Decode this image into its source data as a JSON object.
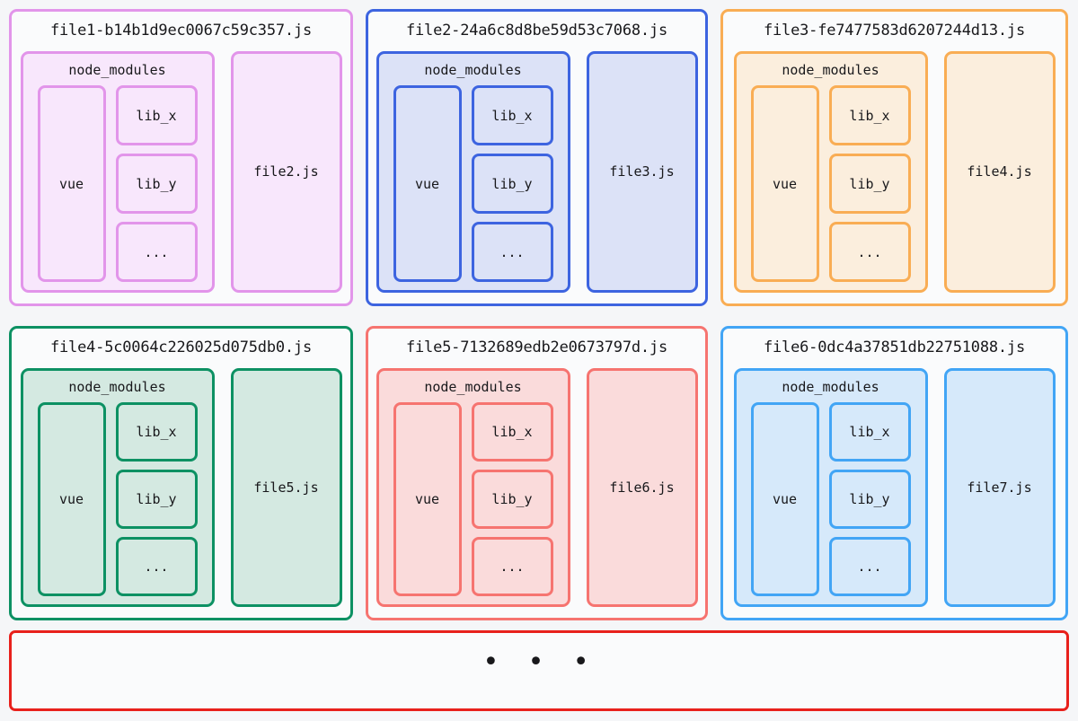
{
  "page": {
    "background": "#f5f6f8",
    "layout": "3-column grid of file cards, 2 rows, plus an overflow bar"
  },
  "cards": [
    {
      "title": "file1-b14b1d9ec0067c59c357.js",
      "accent": "#e295ea",
      "fill": "#f8e7fc",
      "node_modules": {
        "label": "node_modules",
        "vue": "vue",
        "libs": [
          "lib_x",
          "lib_y",
          "..."
        ]
      },
      "dependent": "file2.js"
    },
    {
      "title": "file2-24a6c8d8be59d53c7068.js",
      "accent": "#3d64e0",
      "fill": "#dce2f7",
      "node_modules": {
        "label": "node_modules",
        "vue": "vue",
        "libs": [
          "lib_x",
          "lib_y",
          "..."
        ]
      },
      "dependent": "file3.js"
    },
    {
      "title": "file3-fe7477583d6207244d13.js",
      "accent": "#f9ad54",
      "fill": "#fbeedd",
      "node_modules": {
        "label": "node_modules",
        "vue": "vue",
        "libs": [
          "lib_x",
          "lib_y",
          "..."
        ]
      },
      "dependent": "file4.js"
    },
    {
      "title": "file4-5c0064c226025d075db0.js",
      "accent": "#0d9163",
      "fill": "#d4e9e1",
      "node_modules": {
        "label": "node_modules",
        "vue": "vue",
        "libs": [
          "lib_x",
          "lib_y",
          "..."
        ]
      },
      "dependent": "file5.js"
    },
    {
      "title": "file5-7132689edb2e0673797d.js",
      "accent": "#f67470",
      "fill": "#fadbdb",
      "node_modules": {
        "label": "node_modules",
        "vue": "vue",
        "libs": [
          "lib_x",
          "lib_y",
          "..."
        ]
      },
      "dependent": "file6.js"
    },
    {
      "title": "file6-0dc4a37851db22751088.js",
      "accent": "#42a5f5",
      "fill": "#d6e9fa",
      "node_modules": {
        "label": "node_modules",
        "vue": "vue",
        "libs": [
          "lib_x",
          "lib_y",
          "..."
        ]
      },
      "dependent": "file7.js"
    }
  ],
  "overflow_bar": {
    "dots": "• • •",
    "accent": "#e8211c",
    "fill": "#fafbfc"
  }
}
